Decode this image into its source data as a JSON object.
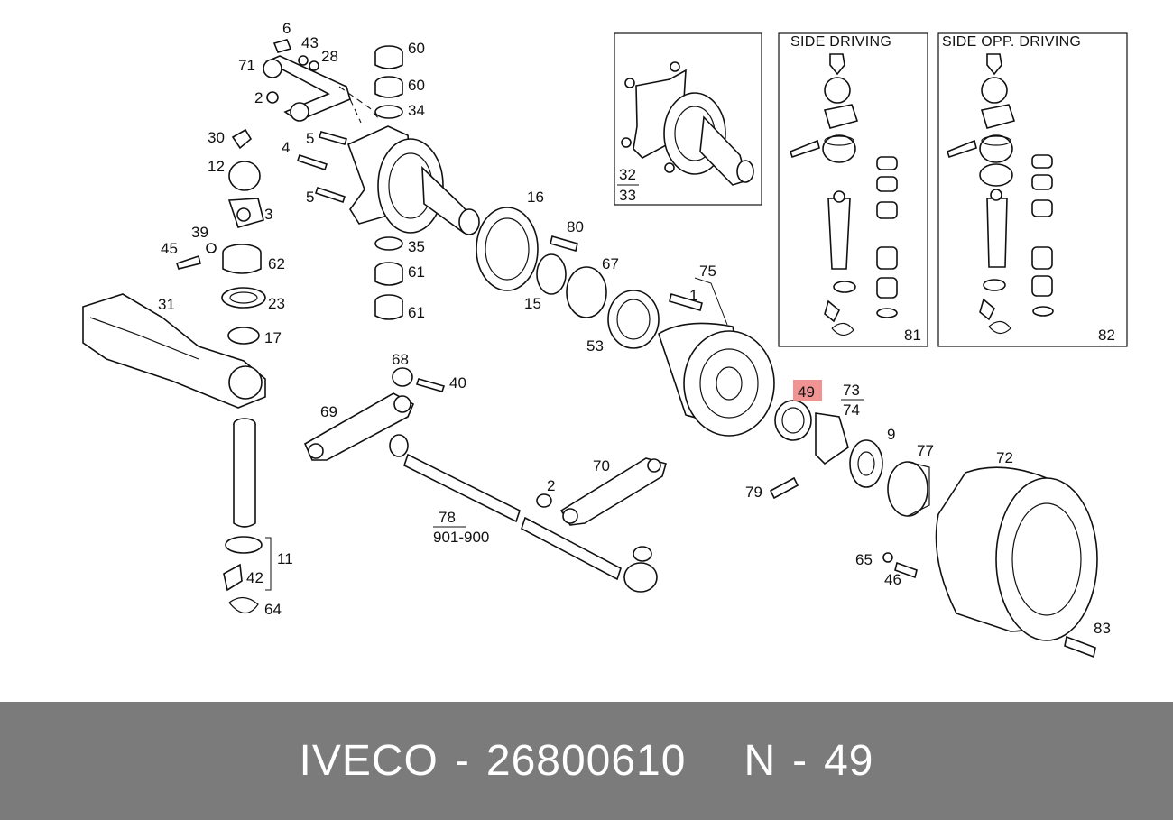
{
  "callouts": {
    "c6": "6",
    "c43": "43",
    "c28": "28",
    "c71": "71",
    "c2a": "2",
    "c60a": "60",
    "c60b": "60",
    "c34": "34",
    "c30": "30",
    "c4": "4",
    "c5a": "5",
    "c5b": "5",
    "c12": "12",
    "c3": "3",
    "c39": "39",
    "c45": "45",
    "c62": "62",
    "c23": "23",
    "c17": "17",
    "c31": "31",
    "c35": "35",
    "c61a": "61",
    "c61b": "61",
    "c16": "16",
    "c80": "80",
    "c67": "67",
    "c15": "15",
    "c53": "53",
    "c75": "75",
    "c1": "1",
    "c68": "68",
    "c40": "40",
    "c69": "69",
    "c49": "49",
    "c73": "73",
    "c74": "74",
    "c9": "9",
    "c77": "77",
    "c72": "72",
    "c79": "79",
    "c70": "70",
    "c2b": "2",
    "c78": "78",
    "c901": "901-900",
    "c11": "11",
    "c42": "42",
    "c64": "64",
    "c65": "65",
    "c46": "46",
    "c83": "83",
    "c32": "32",
    "c33": "33",
    "c81": "81",
    "c82": "82"
  },
  "inset_boxes": {
    "side_driving": "SIDE DRIVING",
    "side_opp_driving": "SIDE OPP. DRIVING"
  },
  "highlight": {
    "label": "49",
    "color": "#f08080"
  },
  "footer": {
    "brand": "IVECO",
    "dash1": "-",
    "part_number": "26800610",
    "position_prefix": "N",
    "dash2": "-",
    "position": "49"
  },
  "colors": {
    "footer_bg": "#7b7b7b",
    "footer_text": "#ffffff",
    "line": "#111111"
  }
}
